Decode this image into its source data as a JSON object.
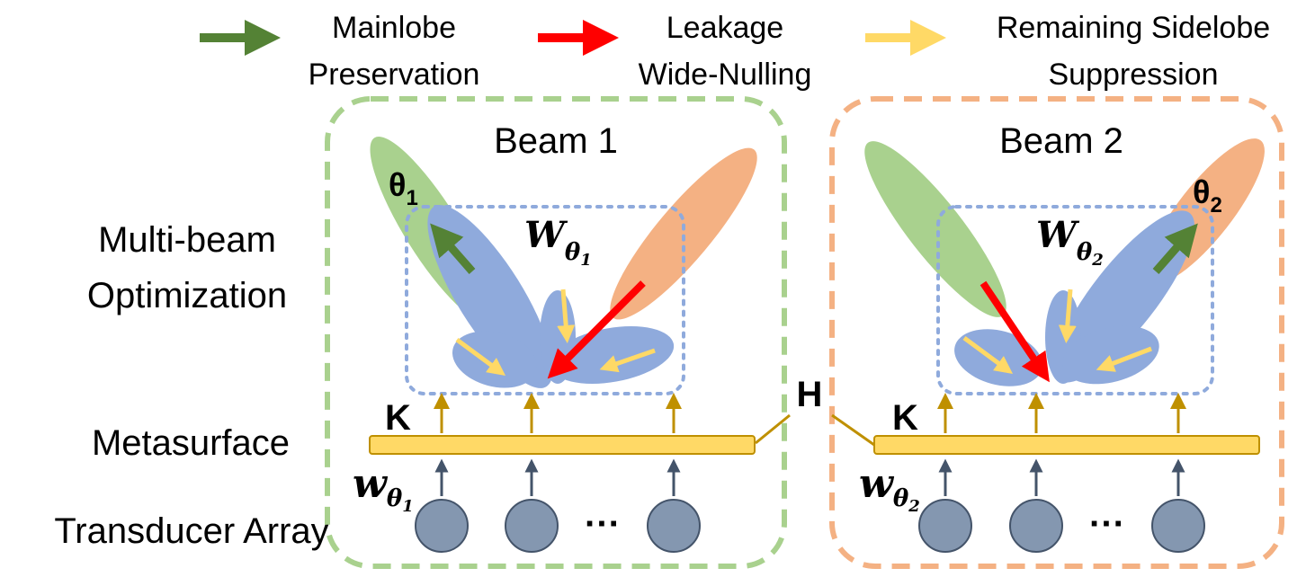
{
  "legend": [
    {
      "line1": "Mainlobe",
      "line2": "Preservation",
      "color": "#548235"
    },
    {
      "line1": "Leakage",
      "line2": "Wide-Nulling",
      "color": "#ff0000"
    },
    {
      "line1": "Remaining Sidelobe",
      "line2": "Suppression",
      "color": "#ffd966"
    }
  ],
  "row_labels": {
    "multibeam_line1": "Multi-beam",
    "multibeam_line2": "Optimization",
    "metasurface": "Metasurface",
    "transducer": "Transducer Array"
  },
  "beams": [
    {
      "title": "Beam 1",
      "theta_base": "θ",
      "theta_sub": "1",
      "W_base": "W",
      "W_sub_base": "θ",
      "W_sub_sub": "1",
      "w_base": "w",
      "w_sub_base": "θ",
      "w_sub_sub": "1",
      "K": "K",
      "ellipsis": "···",
      "border_color": "#a9d18e"
    },
    {
      "title": "Beam 2",
      "theta_base": "θ",
      "theta_sub": "2",
      "W_base": "W",
      "W_sub_base": "θ",
      "W_sub_sub": "2",
      "w_base": "w",
      "w_sub_base": "θ",
      "w_sub_sub": "2",
      "K": "K",
      "ellipsis": "···",
      "border_color": "#f4b183"
    }
  ],
  "channel_label": "H",
  "colors": {
    "lobe_green": "#a9d18e",
    "lobe_orange": "#f4b183",
    "lobe_blue": "#8faadc",
    "metasurface_fill": "#ffd966",
    "metasurface_stroke": "#bf9000",
    "transducer_fill": "#8497b0",
    "transducer_stroke": "#44546a"
  }
}
